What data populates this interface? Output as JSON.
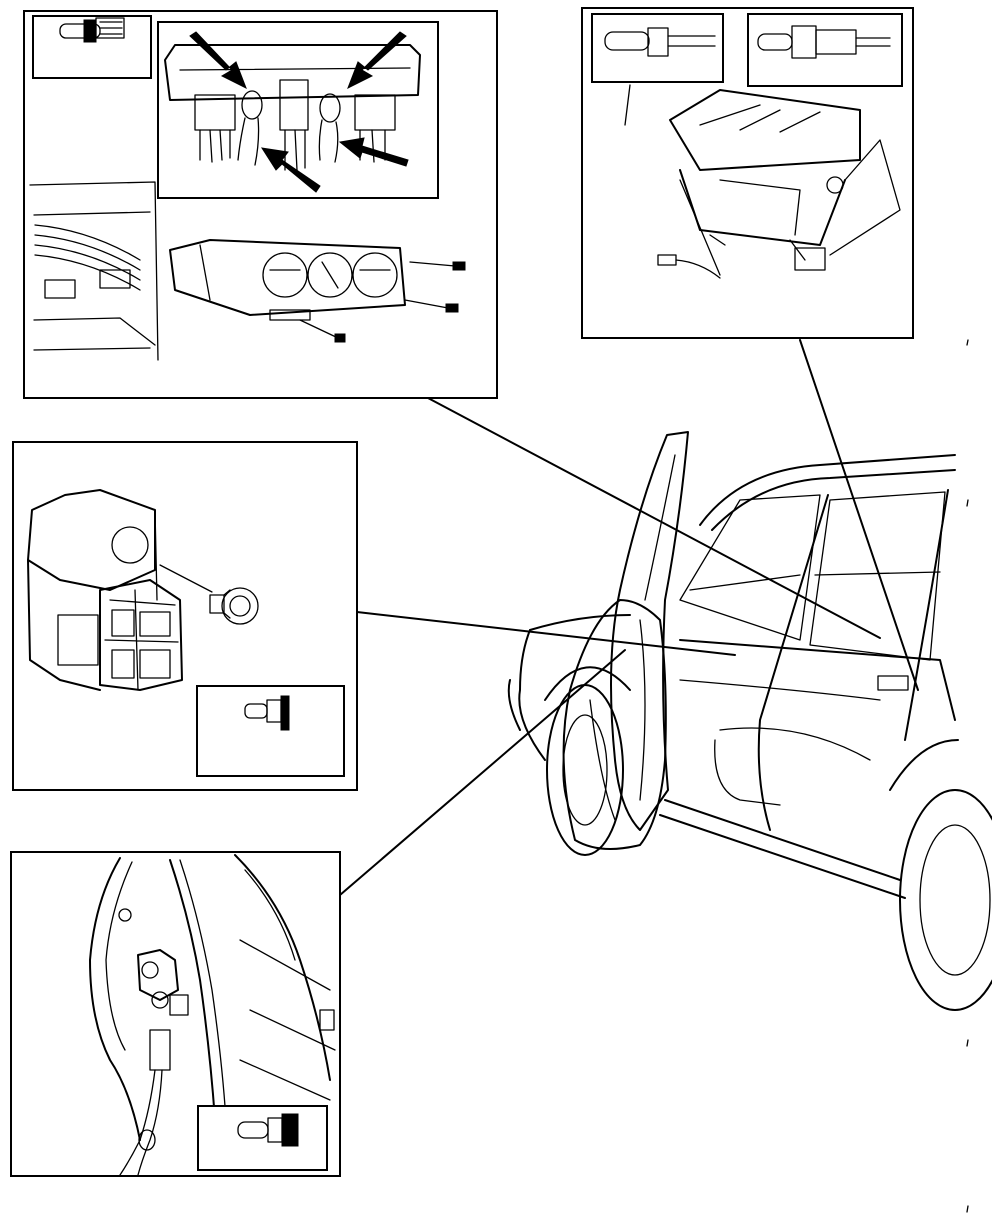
{
  "figure": {
    "kind": "line-art",
    "stroke_color": "#000000",
    "background_color": "#ffffff",
    "callouts": [
      {
        "id": "dash-switch-panel",
        "icon": "heater-control-panel-icon",
        "inset_icon": "wedge-bulb-icon"
      },
      {
        "id": "cargo-lamp",
        "icon": "cargo-compartment-lamp-icon",
        "inset_icons": [
          "capless-bulb-icon",
          "capless-bulb-socket-icon"
        ]
      },
      {
        "id": "switch-housing",
        "icon": "switch-housing-icon",
        "inset_icon": "bulb-holder-icon"
      },
      {
        "id": "door-pillar",
        "icon": "door-pillar-switch-icon",
        "inset_icon": "festoon-bulb-icon"
      }
    ],
    "main_view": {
      "icon": "vehicle-open-door-icon"
    }
  }
}
